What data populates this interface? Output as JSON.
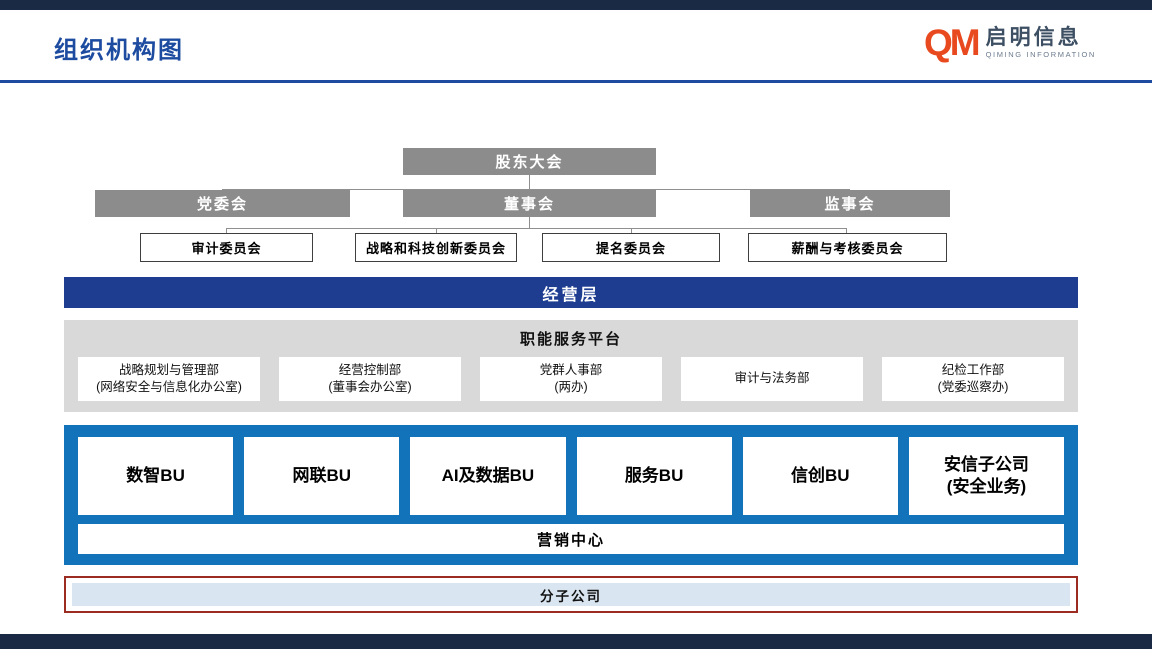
{
  "header": {
    "title": "组织机构图",
    "logo": {
      "mark": "QM",
      "name": "启明信息",
      "subtitle": "QIMING INFORMATION"
    }
  },
  "chart": {
    "shareholders": "股东大会",
    "governance": [
      "党委会",
      "董事会",
      "监事会"
    ],
    "committees": [
      "审计委员会",
      "战略和科技创新委员会",
      "提名委员会",
      "薪酬与考核委员会"
    ],
    "management": "经营层",
    "platform": {
      "title": "职能服务平台",
      "depts": [
        {
          "l1": "战略规划与管理部",
          "l2": "(网络安全与信息化办公室)"
        },
        {
          "l1": "经营控制部",
          "l2": "(董事会办公室)"
        },
        {
          "l1": "党群人事部",
          "l2": "(两办)"
        },
        {
          "l1": "审计与法务部",
          "l2": ""
        },
        {
          "l1": "纪检工作部",
          "l2": "(党委巡察办)"
        }
      ]
    },
    "business": {
      "units": [
        {
          "l1": "数智BU",
          "l2": ""
        },
        {
          "l1": "网联BU",
          "l2": ""
        },
        {
          "l1": "AI及数据BU",
          "l2": ""
        },
        {
          "l1": "服务BU",
          "l2": ""
        },
        {
          "l1": "信创BU",
          "l2": ""
        },
        {
          "l1": "安信子公司",
          "l2": "(安全业务)"
        }
      ],
      "marketing": "营销中心"
    },
    "subsidiaries": "分子公司"
  },
  "colors": {
    "accent_blue": "#1c4ba0",
    "dark_blue": "#1e3d91",
    "panel_blue": "#1273bb",
    "gray_box": "#8c8c8c",
    "navy": "#1b2a44",
    "light_blue": "#d9e5f1",
    "red_border": "#9c2b21",
    "logo_orange": "#e8491e"
  }
}
